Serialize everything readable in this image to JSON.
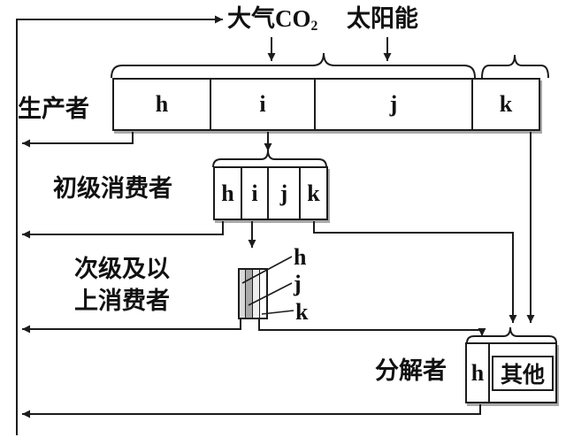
{
  "colors": {
    "line": "#1c1c1c",
    "box_shadow": "#a8a8a8",
    "strip_fills": [
      "#d9d9d9",
      "#a9a9a9",
      "#eeeeee",
      "#ffffff"
    ]
  },
  "top": {
    "co2_main": "大气CO",
    "co2_sub": "2",
    "solar": "太阳能"
  },
  "levels": {
    "producers": {
      "label": "生产者",
      "cells": [
        "h",
        "i",
        "j",
        "k"
      ]
    },
    "primary_consumers": {
      "label": "初级消费者",
      "cells": [
        "h",
        "i",
        "j",
        "k"
      ]
    },
    "secondary_consumers": {
      "label_line1": "次级及以",
      "label_line2": "上消费者",
      "callouts": [
        "h",
        "j",
        "k"
      ]
    },
    "decomposers": {
      "label": "分解者",
      "cells": [
        "h",
        "其他"
      ]
    }
  }
}
